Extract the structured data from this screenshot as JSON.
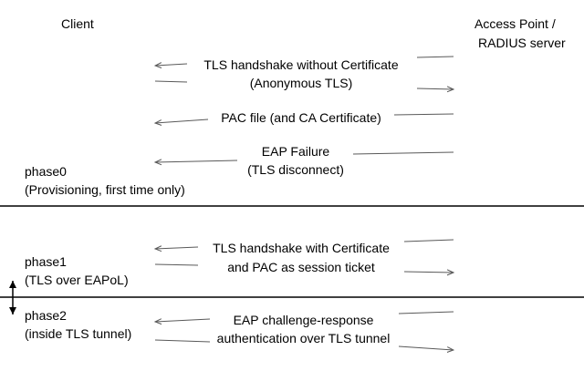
{
  "header": {
    "client": "Client",
    "ap_line1": "Access Point  /",
    "ap_line2": "RADIUS server"
  },
  "phase0": {
    "label": "phase0",
    "sublabel": "(Provisioning, first time only)",
    "messages": [
      {
        "line1": "TLS handshake without Certificate",
        "line2": "(Anonymous TLS)"
      },
      {
        "line1": "PAC file (and CA Certificate)"
      },
      {
        "line1": "EAP Failure",
        "line2": "(TLS disconnect)"
      }
    ]
  },
  "phase1": {
    "label": "phase1",
    "sublabel": "(TLS over EAPoL)",
    "messages": [
      {
        "line1": "TLS handshake with Certificate",
        "line2": "and PAC as session ticket"
      }
    ]
  },
  "phase2": {
    "label": "phase2",
    "sublabel": "(inside TLS tunnel)",
    "messages": [
      {
        "line1": "EAP challenge-response",
        "line2": "authentication over TLS tunnel"
      }
    ]
  },
  "colors": {
    "background": "#ffffff",
    "text": "#000000",
    "arrow": "#595959",
    "divider": "#000000"
  }
}
